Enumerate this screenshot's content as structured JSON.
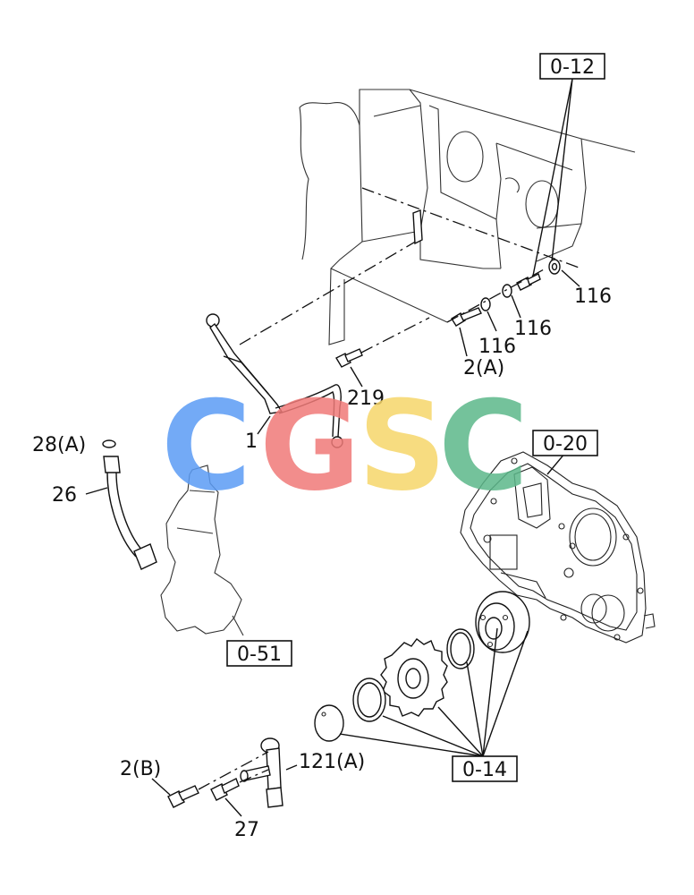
{
  "parts": {
    "p_0_12": "0-12",
    "p_116a": "116",
    "p_116b": "116",
    "p_116c": "116",
    "p_2a": "2(A)",
    "p_219": "219",
    "p_1": "1",
    "p_28a": "28(A)",
    "p_26": "26",
    "p_0_20": "0-20",
    "p_0_51": "0-51",
    "p_0_14": "0-14",
    "p_2b": "2(B)",
    "p_121a": "121(A)",
    "p_27": "27"
  },
  "watermark": {
    "letters": [
      "C",
      "G",
      "S",
      "C"
    ],
    "colors": [
      "#5b9cf5",
      "#f07a78",
      "#f6d66a",
      "#5cb88a"
    ]
  }
}
